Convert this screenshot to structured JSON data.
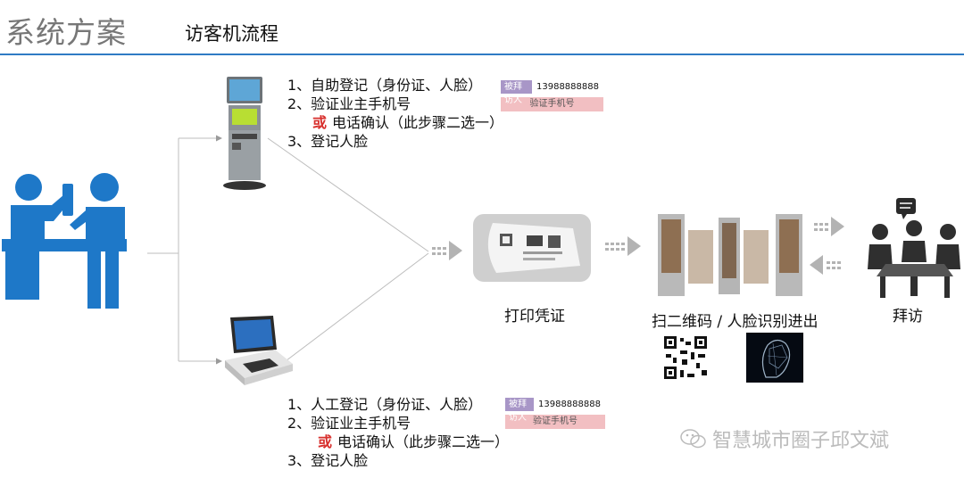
{
  "header": {
    "title": "系统方案",
    "subtitle": "访客机流程"
  },
  "kiosk_top": {
    "steps": [
      "1、自助登记（身份证、人脸）",
      "2、验证业主手机号",
      "电话确认（此步骤二选一）",
      "3、登记人脸"
    ],
    "or_label": "或",
    "form": {
      "tag": "被拜访人",
      "phone": "13988888888",
      "verify_button": "验证手机号"
    }
  },
  "kiosk_bottom": {
    "steps": [
      "1、人工登记（身份证、人脸）",
      "2、验证业主手机号",
      "电话确认（此步骤二选一）",
      "3、登记人脸"
    ],
    "or_label": "或",
    "form": {
      "tag": "被拜访人",
      "phone": "13988888888",
      "verify_button": "验证手机号"
    }
  },
  "labels": {
    "print": "打印凭证",
    "gate": "扫二维码 / 人脸识别进出",
    "visit": "拜访"
  },
  "watermark": "智慧城市圈子邱文斌",
  "colors": {
    "accent": "#2f7bc4",
    "person": "#1e78c8",
    "or": "#d8302d",
    "arrow": "#b3b3b3"
  }
}
